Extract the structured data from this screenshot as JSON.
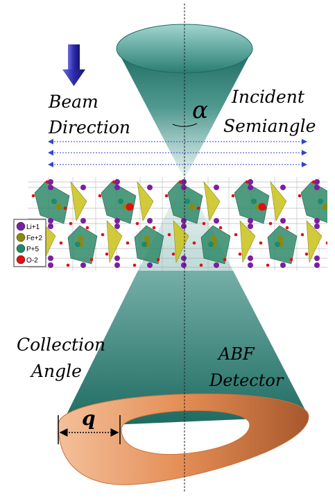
{
  "labels": {
    "beam_line1": "Beam",
    "beam_line2": "Direction",
    "incident_line1": "Incident",
    "incident_line2": "Semiangle",
    "alpha": "α",
    "collection_line1": "Collection",
    "collection_line2": "Angle",
    "detector_line1": "ABF",
    "detector_line2": "Detector",
    "q": "q"
  },
  "legend": [
    {
      "label": "Li+1",
      "color": "#7a1fa0"
    },
    {
      "label": "Fe+2",
      "color": "#8a8a10"
    },
    {
      "label": "P+5",
      "color": "#1f8a6a"
    },
    {
      "label": "O-2",
      "color": "#e01010"
    }
  ],
  "colors": {
    "cone": "#1f6b62",
    "cone_light": "#e9f4f3",
    "detector": "#e8945a",
    "arrow_blue": "#3344cc",
    "beam_arrow": "#2e2aa8",
    "octahedra": "#2f8a6a",
    "tetrahedra": "#c9c21a"
  },
  "icons": {
    "beam_arrow": "down-arrow-icon",
    "alpha_arc": "arc-icon"
  }
}
